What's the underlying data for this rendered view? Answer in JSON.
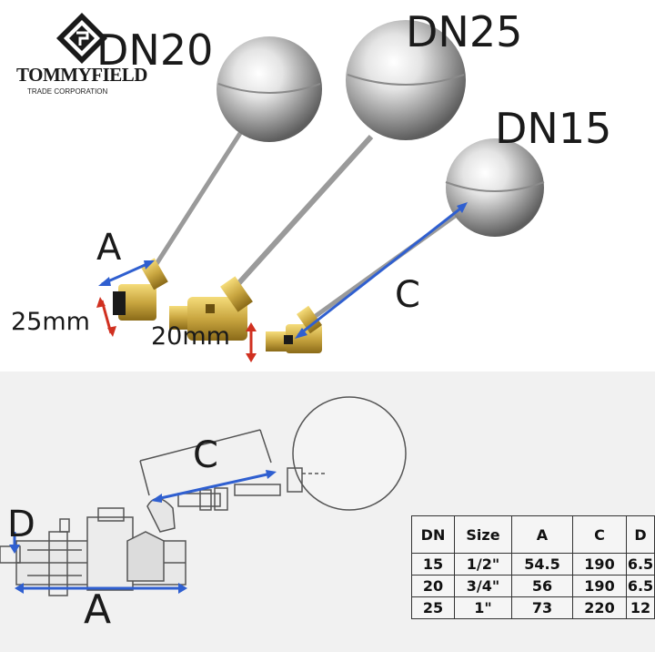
{
  "brand": {
    "name": "TOMMYFIELD",
    "subtitle": "TRADE CORPORATION"
  },
  "photo_labels": {
    "dn20": "DN20",
    "dn25": "DN25",
    "dn15": "DN15",
    "a": "A",
    "c": "C",
    "mm25": "25mm",
    "mm20": "20mm"
  },
  "diagram_labels": {
    "c": "C",
    "d": "D",
    "a": "A"
  },
  "colors": {
    "arrow_blue": "#2f5fd0",
    "arrow_red": "#d03020",
    "brass": "#c9a640"
  },
  "spec_table": {
    "headers": [
      "DN",
      "Size",
      "A",
      "C",
      "D"
    ],
    "rows": [
      [
        "15",
        "1/2\"",
        "54.5",
        "190",
        "6.5"
      ],
      [
        "20",
        "3/4\"",
        "56",
        "190",
        "6.5"
      ],
      [
        "25",
        "1\"",
        "73",
        "220",
        "12"
      ]
    ]
  }
}
